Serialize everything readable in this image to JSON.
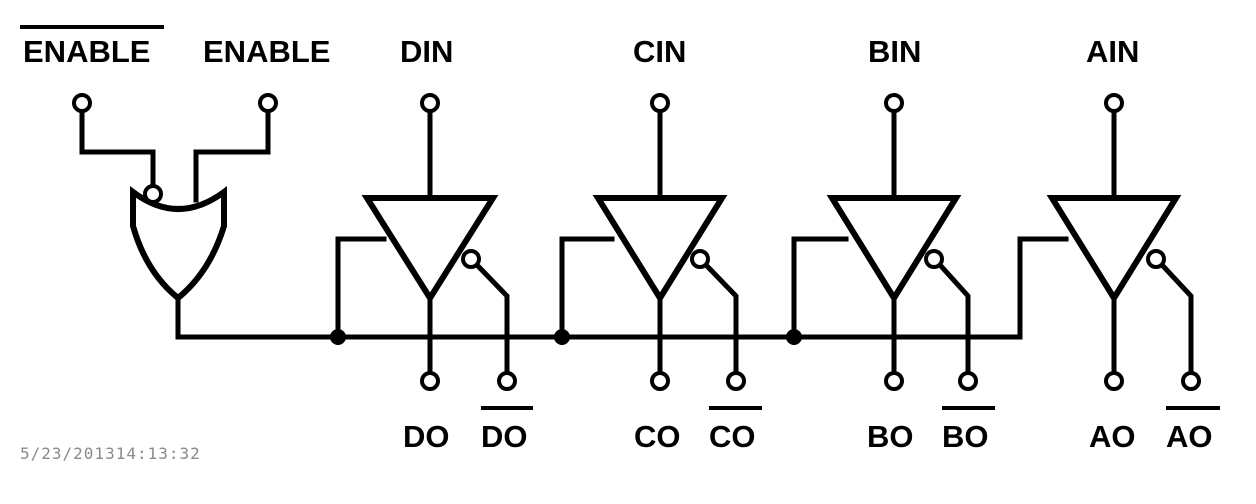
{
  "labels": {
    "enable_bar": "ENABLE",
    "enable": "ENABLE",
    "din": "DIN",
    "cin": "CIN",
    "bin": "BIN",
    "ain": "AIN",
    "do": "DO",
    "do_bar": "DO",
    "co": "CO",
    "co_bar": "CO",
    "bo": "BO",
    "bo_bar": "BO",
    "ao": "AO",
    "ao_bar": "AO"
  },
  "timestamp": "5/23/201314:13:32"
}
